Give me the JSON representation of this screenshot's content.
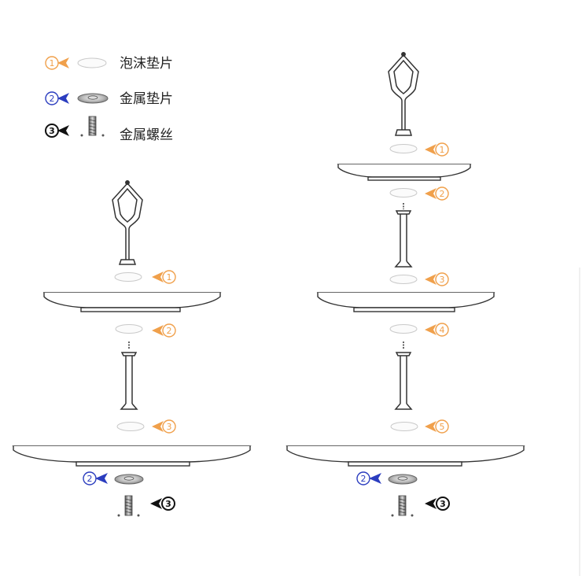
{
  "colors": {
    "foam": "#f0a04b",
    "metal": "#2b3dbf",
    "screw": "#111111",
    "line": "#333333"
  },
  "legend": {
    "foam": {
      "marker": "1",
      "label": "泡沫垫片",
      "icon": "foam-pad-icon"
    },
    "metal": {
      "marker": "2",
      "label": "金属垫片",
      "icon": "metal-washer-icon"
    },
    "screw": {
      "marker": "3",
      "label": "金属螺丝",
      "icon": "metal-screw-icon"
    }
  },
  "two_tier": {
    "callouts": [
      "1",
      "2",
      "3",
      "2",
      "3"
    ]
  },
  "three_tier": {
    "callouts": [
      "1",
      "2",
      "3",
      "4",
      "5",
      "2",
      "3"
    ]
  }
}
